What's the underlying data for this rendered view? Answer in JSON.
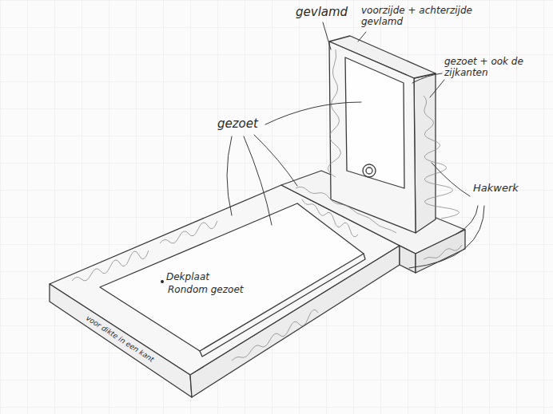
{
  "diagram": {
    "labels": [
      "gevlamd",
      "voorzijde + achterzijde gevlamd",
      "gezoet + ook de zijkanten",
      "gezoet",
      "Hakwerk",
      "Dekplaat",
      "Rondom gezoet",
      "voor dikte in een kant"
    ]
  }
}
